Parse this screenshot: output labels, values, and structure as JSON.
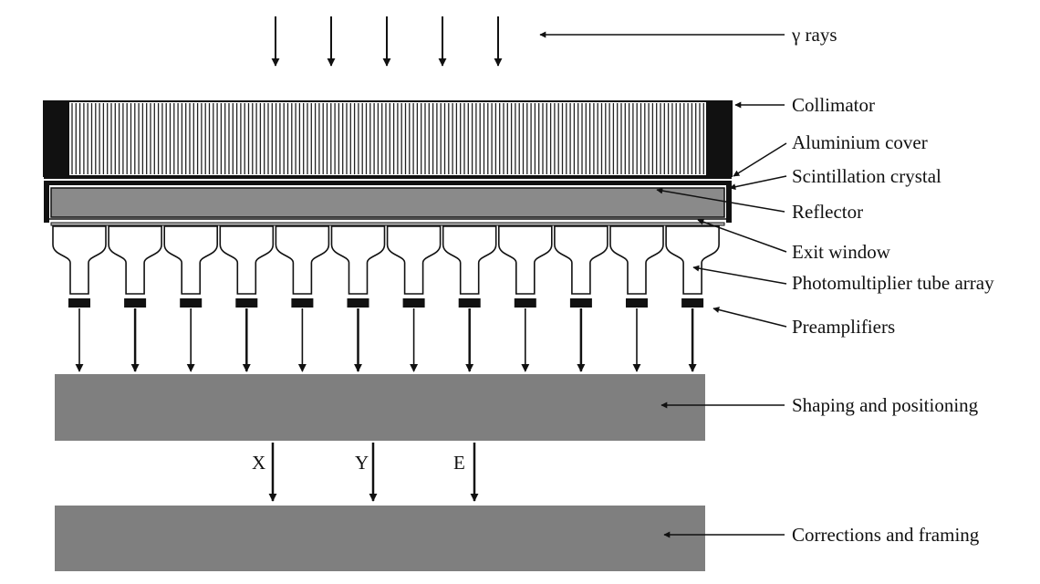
{
  "labels": {
    "gamma_rays": "γ rays",
    "collimator": "Collimator",
    "aluminium_cover": "Aluminium cover",
    "scintillation_crystal": "Scintillation crystal",
    "reflector": "Reflector",
    "exit_window": "Exit window",
    "pmt_array": "Photomultiplier tube array",
    "preamplifiers": "Preamplifiers",
    "shaping_positioning": "Shaping and positioning",
    "corrections_framing": "Corrections and framing"
  },
  "signals": {
    "x": "X",
    "y": "Y",
    "e": "E"
  },
  "colors": {
    "line": "#111111",
    "block": "#7f7f7f",
    "crystal": "#8a8a8a"
  }
}
